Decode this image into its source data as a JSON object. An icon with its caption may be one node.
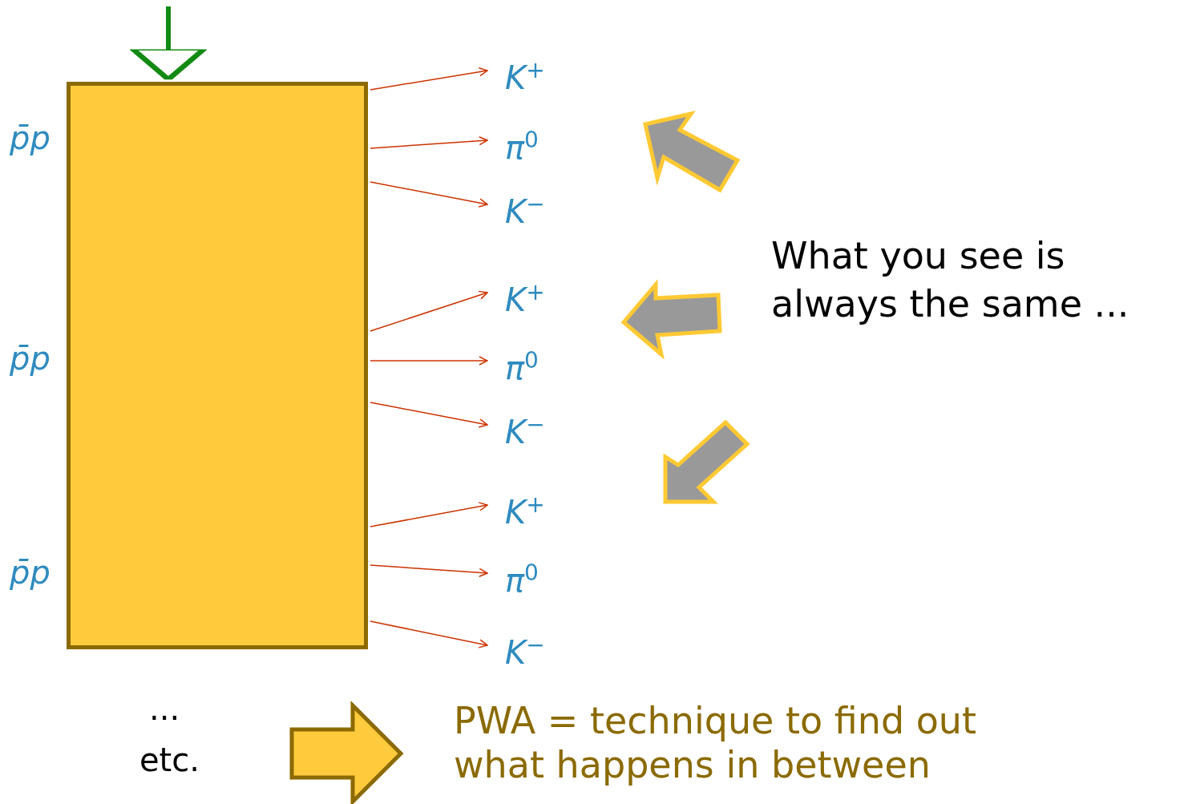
{
  "diagram": {
    "nodes": [
      {
        "text": [],
        "shape": "box"
      },
      {
        "text": [
          "*K*$^{+}$"
        ]
      },
      {
        "text": [
          "*π*$^{0}$"
        ]
      },
      {
        "text": [
          "*K*$^{−}$"
        ]
      },
      {
        "text": [
          "*K*$^{+}$"
        ]
      },
      {
        "text": [
          "*π*$^{0}$"
        ]
      },
      {
        "text": [
          "*K*$^{−}$"
        ]
      },
      {
        "text": [
          "*K*$^{+}$"
        ]
      },
      {
        "text": [
          "*π*$^{0}$"
        ]
      },
      {
        "text": [
          "*K*$^{−}$"
        ]
      }
    ],
    "edges": [
      {
        "from": null,
        "to": 0,
        "arrow": "to",
        "style": "thick",
        "color": "#138a13"
      },
      {
        "from": 0,
        "to": 1,
        "arrow": "to"
      },
      {
        "from": 0,
        "to": 2,
        "arrow": "to"
      },
      {
        "from": 0,
        "to": 3,
        "arrow": "to"
      },
      {
        "from": 0,
        "to": 4,
        "arrow": "to"
      },
      {
        "from": 0,
        "to": 5,
        "arrow": "to"
      },
      {
        "from": 0,
        "to": 6,
        "arrow": "to"
      },
      {
        "from": 0,
        "to": 7,
        "arrow": "to"
      },
      {
        "from": 0,
        "to": 8,
        "arrow": "to"
      },
      {
        "from": 0,
        "to": 9,
        "arrow": "to"
      }
    ],
    "labels": [
      "p̄p",
      "p̄p",
      "p̄p",
      "What you see is always the same ...",
      "...",
      "etc.",
      "PWA = technique to find out what happens in between"
    ]
  }
}
